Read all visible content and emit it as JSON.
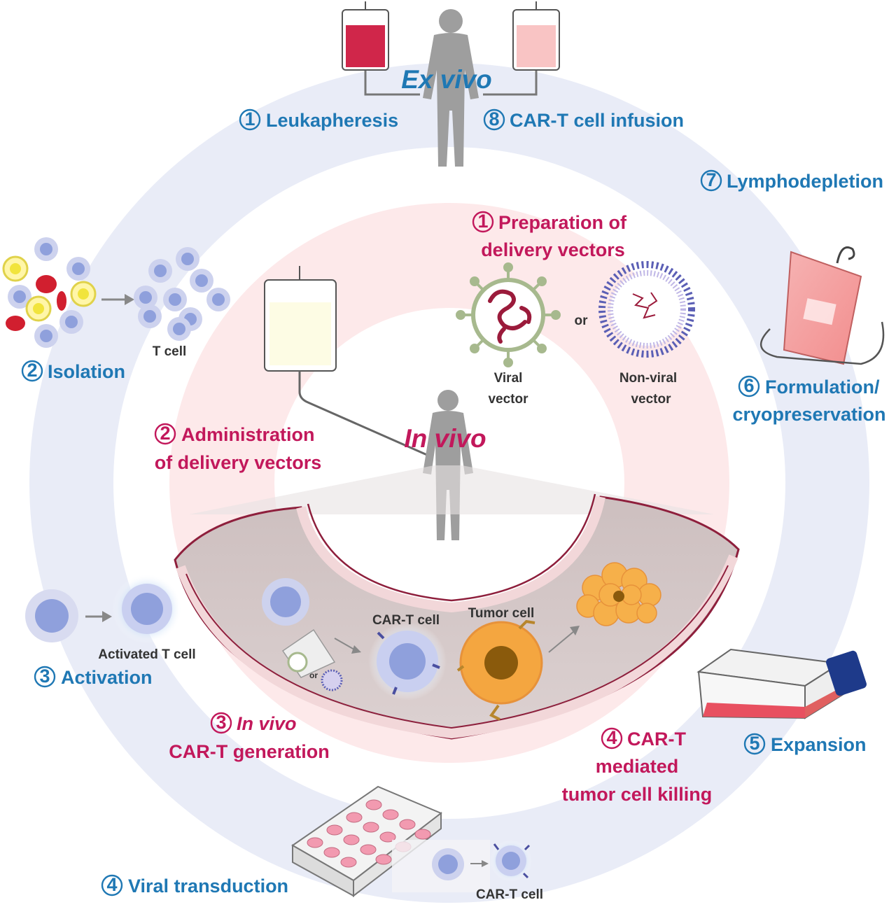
{
  "colors": {
    "ex_vivo": "#1f78b4",
    "in_vivo": "#c2185b",
    "outer_ring": "#e9ecf7",
    "inner_ring": "#fde9ea",
    "vessel": "#d6c9c9",
    "t_cell": "#8fa0dc",
    "tumor": "#f4a640"
  },
  "ex_vivo": {
    "title": "Ex vivo",
    "steps": [
      {
        "num": "1",
        "label": "Leukapheresis"
      },
      {
        "num": "2",
        "label": "Isolation"
      },
      {
        "num": "3",
        "label": "Activation"
      },
      {
        "num": "4",
        "label": "Viral transduction"
      },
      {
        "num": "5",
        "label": "Expansion"
      },
      {
        "num": "6",
        "label_line1": "Formulation/",
        "label_line2": "cryopreservation"
      },
      {
        "num": "7",
        "label": "Lymphodepletion"
      },
      {
        "num": "8",
        "label": "CAR-T cell infusion"
      }
    ],
    "cell_labels": {
      "t_cell": "T cell",
      "activated": "Activated T cell",
      "car_t": "CAR-T cell"
    }
  },
  "in_vivo": {
    "title": "In vivo",
    "steps": [
      {
        "num": "1",
        "label_line1": "Preparation of",
        "label_line2": "delivery vectors"
      },
      {
        "num": "2",
        "label_line1": "Administration",
        "label_line2": "of delivery vectors"
      },
      {
        "num": "3",
        "label_line1": "In vivo",
        "label_line2": "CAR-T generation"
      },
      {
        "num": "4",
        "label_line1": "CAR-T",
        "label_line2": "mediated",
        "label_line3": "tumor cell killing"
      }
    ],
    "vector_labels": {
      "viral_line1": "Viral",
      "viral_line2": "vector",
      "or": "or",
      "nonviral_line1": "Non-viral",
      "nonviral_line2": "vector"
    },
    "cell_labels": {
      "car_t": "CAR-T cell",
      "tumor": "Tumor cell",
      "mini_or": "or"
    }
  }
}
